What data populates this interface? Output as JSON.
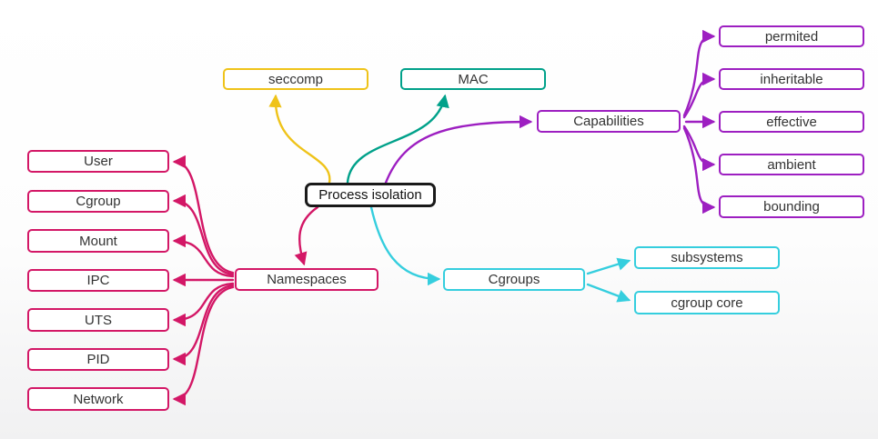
{
  "colors": {
    "yellow": "#efc319",
    "teal": "#00a18a",
    "purple": "#9d1fc1",
    "crimson": "#d31766",
    "cyan": "#35cede",
    "root_border": "#1a1a1a"
  },
  "mindmap": {
    "root": "Process isolation",
    "branches": {
      "seccomp": {
        "label": "seccomp",
        "color": "yellow",
        "children": []
      },
      "mac": {
        "label": "MAC",
        "color": "teal",
        "children": []
      },
      "capabilities": {
        "label": "Capabilities",
        "color": "purple",
        "children": [
          "permited",
          "inheritable",
          "effective",
          "ambient",
          "bounding"
        ]
      },
      "namespaces": {
        "label": "Namespaces",
        "color": "crimson",
        "children": [
          "User",
          "Cgroup",
          "Mount",
          "IPC",
          "UTS",
          "PID",
          "Network"
        ]
      },
      "cgroups": {
        "label": "Cgroups",
        "color": "cyan",
        "children": [
          "subsystems",
          "cgroup core"
        ]
      }
    }
  }
}
